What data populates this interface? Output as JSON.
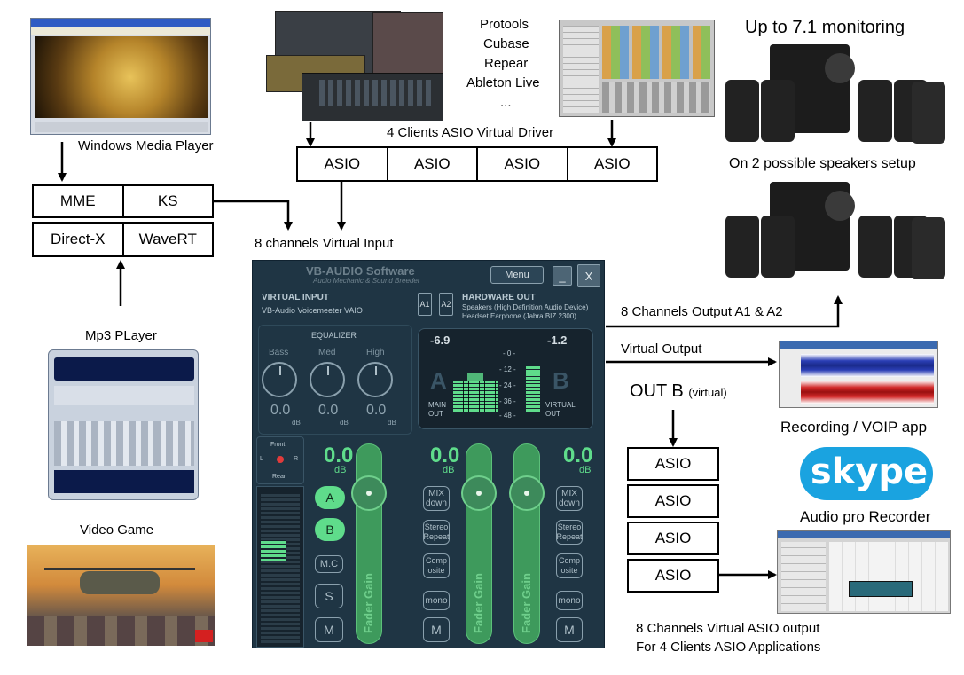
{
  "labels": {
    "wmp": "Windows Media Player",
    "protools_list": [
      "Protools",
      "Cubase",
      "Repear",
      "Ableton Live",
      "..."
    ],
    "asio_clients": "4 Clients ASIO Virtual Driver",
    "monitoring": "Up to 7.1 monitoring",
    "speakers_setup": "On 2 possible speakers setup",
    "virtual_input": "8 channels Virtual Input",
    "mp3_player": "Mp3 PLayer",
    "video_game": "Video Game",
    "output_a1a2": "8 Channels Output A1 & A2",
    "virtual_output": "Virtual Output",
    "out_b": "OUT B",
    "out_b_virtual": "(virtual)",
    "recording_voip": "Recording / VOIP app",
    "audio_pro": "Audio pro Recorder",
    "asio_output_1": "8 Channels Virtual ASIO output",
    "asio_output_2": "For 4 Clients ASIO Applications"
  },
  "drivers": {
    "row1": [
      "MME",
      "KS"
    ],
    "row2": [
      "Direct-X",
      "WaveRT"
    ]
  },
  "asio_top": [
    "ASIO",
    "ASIO",
    "ASIO",
    "ASIO"
  ],
  "asio_right": [
    "ASIO",
    "ASIO",
    "ASIO",
    "ASIO"
  ],
  "skype_logo": "skype",
  "mixer": {
    "brand": "VB-AUDIO Software",
    "brand_sub": "Audio Mechanic & Sound Breeder",
    "menu": "Menu",
    "minimize": "_",
    "close": "X",
    "virtual_input_title": "VIRTUAL INPUT",
    "virtual_input_device": "VB-Audio Voicemeeter VAIO",
    "a1": "A1",
    "a2": "A2",
    "hardware_out_title": "HARDWARE OUT",
    "hardware_out_dev1": "Speakers (High Definition Audio Device)",
    "hardware_out_dev2": "Headset Earphone (Jabra BIZ 2300)",
    "equalizer": "EQUALIZER",
    "bass": "Bass",
    "med": "Med",
    "high": "High",
    "eq_values": [
      "0.0",
      "0.0",
      "0.0"
    ],
    "db": "dB",
    "main_level": "-6.9",
    "virtual_level": "-1.2",
    "meter_scale": [
      "- 0 -",
      "- 12 -",
      "- 24 -",
      "- 36 -",
      "- 48 -"
    ],
    "main_out": "MAIN OUT",
    "virtual_out": "VIRTUAL OUT",
    "letter_a": "A",
    "letter_b": "B",
    "front": "Front",
    "rear": "Rear",
    "pan_l": "L",
    "pan_r": "R",
    "fader_values": [
      "0.0",
      "0.0",
      "0.0"
    ],
    "btn_a": "A",
    "btn_b": "B",
    "btn_mc": "M.C",
    "btn_s": "S",
    "btn_m": "M",
    "mix_down": "MIX down",
    "stereo_repeat": "Stereo Repeat",
    "composite": "Comp osite",
    "mono": "mono",
    "fader_gain": "Fader Gain"
  },
  "colors": {
    "mixer_bg": "#1f3544",
    "meter_green": "#5fdc8b",
    "skype_blue": "#1aa3e0"
  }
}
